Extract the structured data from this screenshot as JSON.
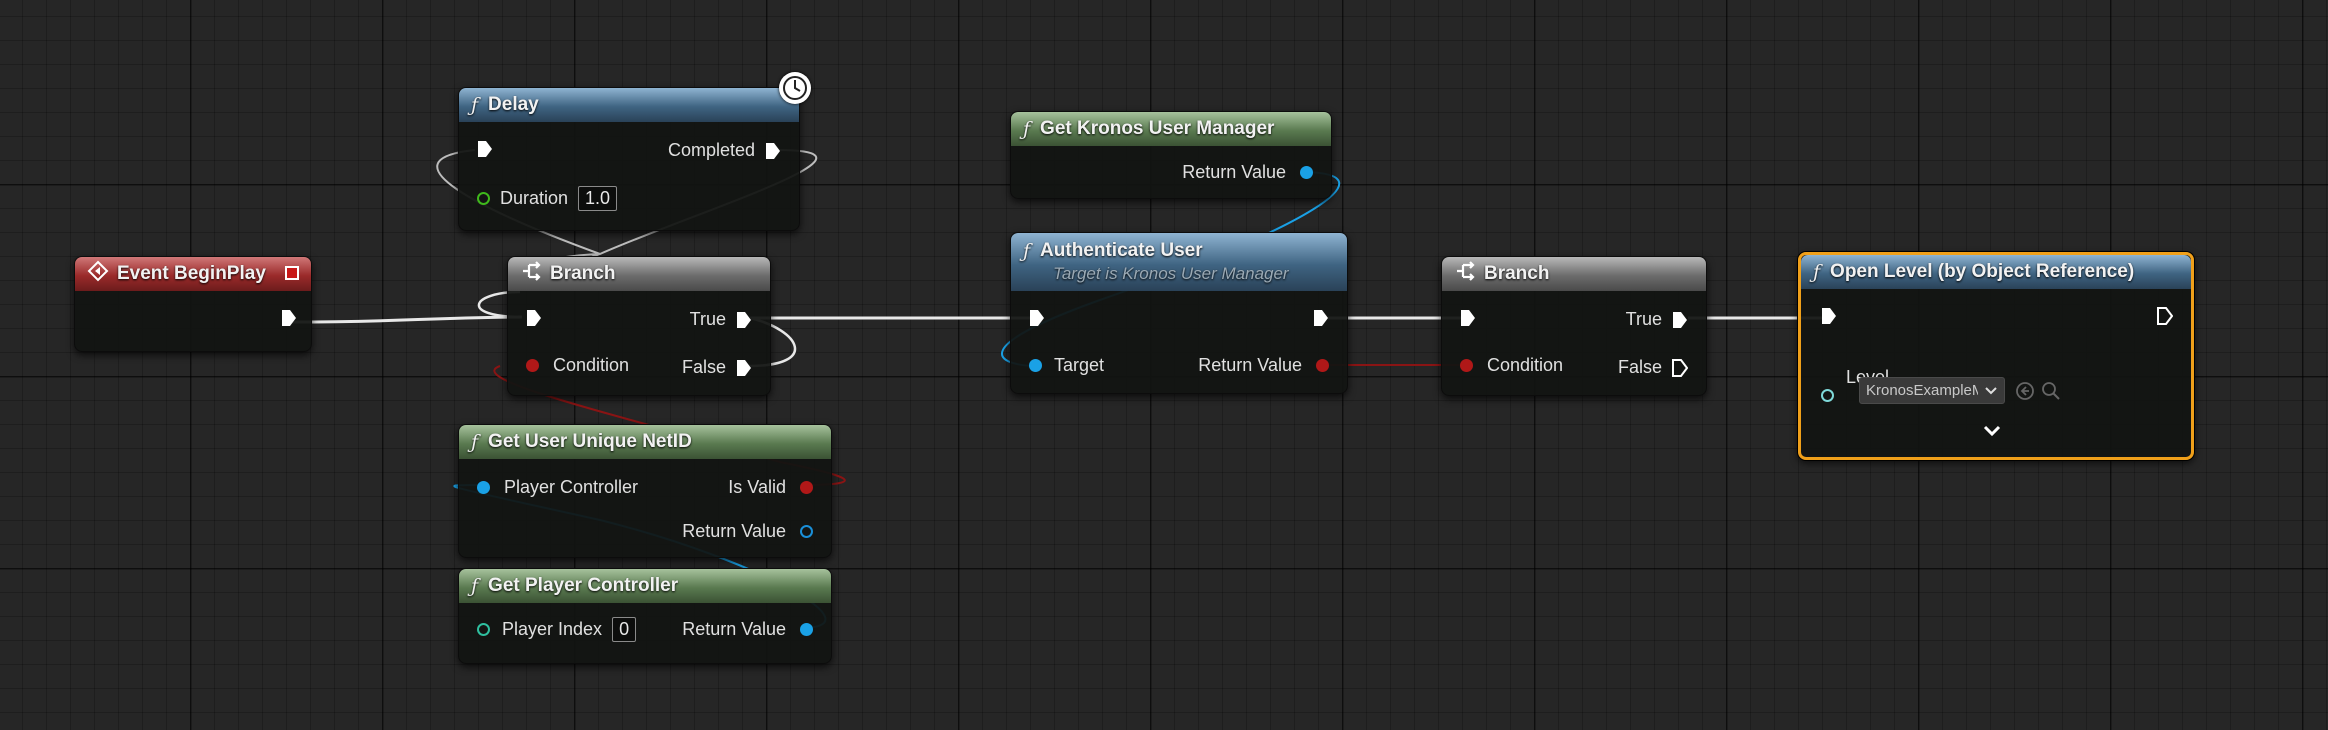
{
  "nodes": {
    "event_beginplay": {
      "title": "Event BeginPlay"
    },
    "delay": {
      "title": "Delay",
      "exec_out": "Completed",
      "duration_label": "Duration",
      "duration_value": "1.0"
    },
    "branch1": {
      "title": "Branch",
      "true_label": "True",
      "condition_label": "Condition",
      "false_label": "False"
    },
    "get_user_unique_netid": {
      "title": "Get User Unique NetID",
      "player_controller_label": "Player Controller",
      "is_valid_label": "Is Valid",
      "return_value_label": "Return Value"
    },
    "get_player_controller": {
      "title": "Get Player Controller",
      "player_index_label": "Player Index",
      "player_index_value": "0",
      "return_value_label": "Return Value"
    },
    "get_kronos_user_manager": {
      "title": "Get Kronos User Manager",
      "return_value_label": "Return Value"
    },
    "authenticate_user": {
      "title": "Authenticate User",
      "subtitle": "Target is Kronos User Manager",
      "target_label": "Target",
      "return_value_label": "Return Value"
    },
    "branch2": {
      "title": "Branch",
      "true_label": "True",
      "condition_label": "Condition",
      "false_label": "False"
    },
    "open_level": {
      "title": "Open Level (by Object Reference)",
      "level_label": "Level",
      "level_value": "KronosExampleM"
    }
  },
  "icons": {
    "function": "f-icon",
    "branch": "branch-icon",
    "event": "event-icon",
    "latent": "clock-icon",
    "expand": "chevron-down-icon",
    "browse": "arrow-left-circle-icon",
    "search": "search-icon"
  },
  "colors": {
    "background": "#262626",
    "exec_wire": "#e8e8e8",
    "object_pin": "#1aa1e6",
    "bool_pin": "#b01818",
    "float_pin": "#3fb81c",
    "int_pin": "#2fbf9f",
    "selection": "#f0a01a"
  }
}
